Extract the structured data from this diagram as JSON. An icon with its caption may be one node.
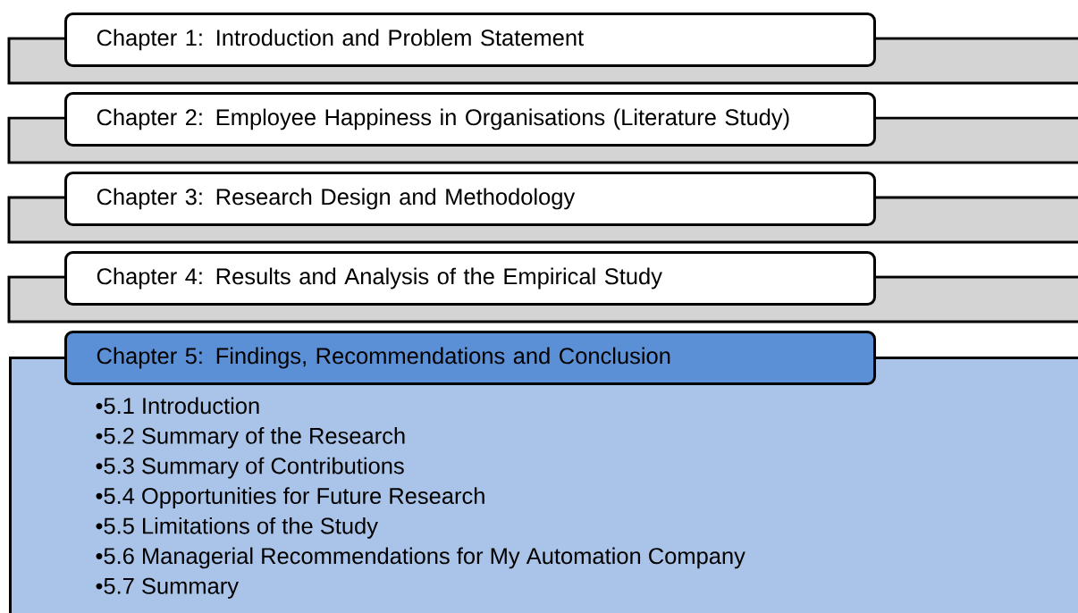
{
  "diagram": {
    "nodes": [
      {
        "text": [
          "Chapter 1: Introduction and Problem Statement"
        ]
      },
      {
        "text": [
          "Chapter 2: Employee Happiness in Organisations (Literature Study)"
        ]
      },
      {
        "text": [
          "Chapter 3: Research Design and Methodology"
        ]
      },
      {
        "text": [
          "Chapter 4: Results and Analysis of the Empirical Study"
        ]
      },
      {
        "text": [
          "Chapter 5: Findings, Recommendations and Conclusion"
        ]
      },
      {
        "text": [
          "•5.1 Introduction",
          "•5.2 Summary of the Research",
          "•5.3 Summary of Contributions",
          "•5.4 Opportunities for Future Research",
          "•5.5 Limitations of the Study",
          "•5.6 Managerial Recommendations for My Automation Company",
          "•5.7 Summary"
        ]
      }
    ]
  }
}
